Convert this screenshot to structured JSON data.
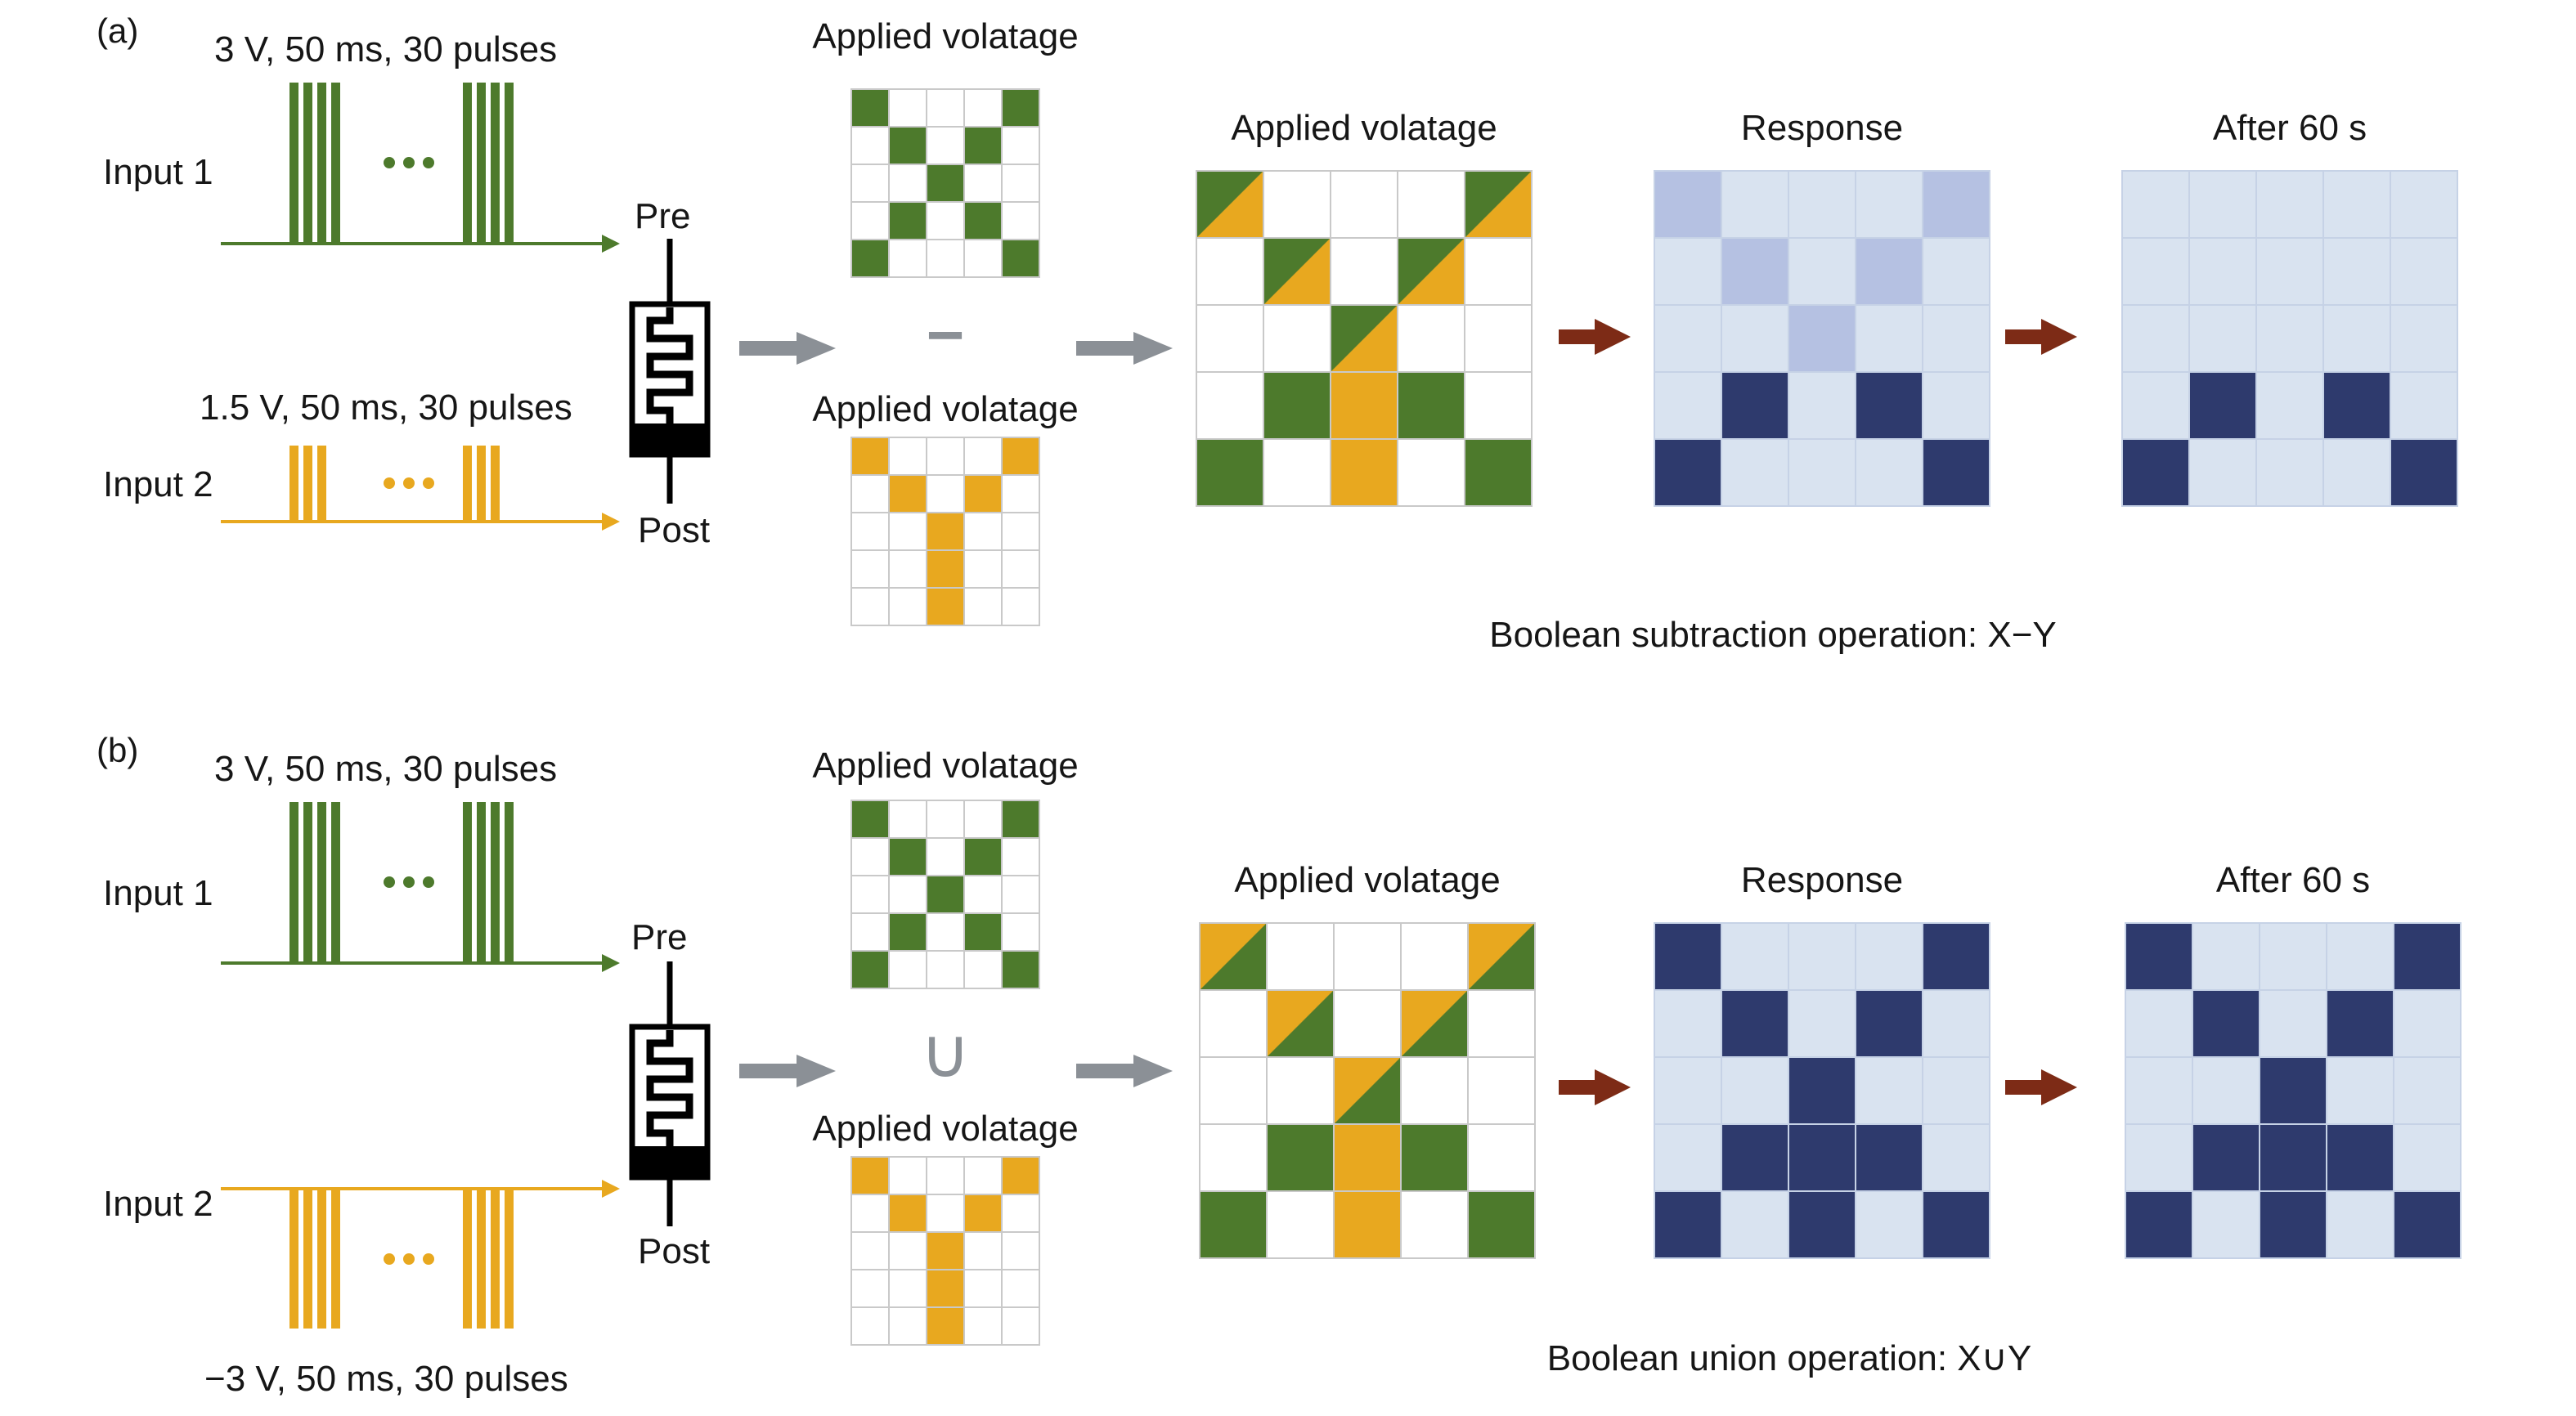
{
  "colors": {
    "green": "#4d7a2c",
    "yellow": "#e8a81f",
    "cell_light": "#d9e3f0",
    "cell_medium": "#b5c1e2",
    "cell_dark": "#2e3a6d",
    "gray_arrow": "#8b9096",
    "red_arrow": "#7d2b16",
    "operator_gray": "#8b9096",
    "grid_line": "#c9c9c9",
    "blue_grid_line": "#c6d2e6"
  },
  "panel_a": {
    "tag": "(a)",
    "input1": {
      "label": "Input 1",
      "pulse_label": "3 V, 50 ms, 30 pulses",
      "pulses": {
        "color": "green",
        "direction": "up",
        "height": 196,
        "group1": 4,
        "group2": 4
      }
    },
    "input2": {
      "label": "Input 2",
      "pulse_label": "1.5 V, 50 ms, 30 pulses",
      "pulses": {
        "color": "yellow",
        "direction": "up",
        "height": 92,
        "group1": 3,
        "group2": 3
      }
    },
    "device": {
      "pre_label": "Pre",
      "post_label": "Post"
    },
    "operator": "−",
    "titles": {
      "applied_x": "Applied volatage",
      "applied_y": "Applied volatage",
      "combined": "Applied volatage",
      "response": "Response",
      "after": "After 60 s"
    },
    "caption": "Boolean subtraction operation: X−Y",
    "grids": {
      "x_pattern": [
        [
          "G",
          "",
          "",
          "",
          "G"
        ],
        [
          "",
          "G",
          "",
          "G",
          ""
        ],
        [
          "",
          "",
          "G",
          "",
          ""
        ],
        [
          "",
          "G",
          "",
          "G",
          ""
        ],
        [
          "G",
          "",
          "",
          "",
          "G"
        ]
      ],
      "y_pattern": [
        [
          "Y",
          "",
          "",
          "",
          "Y"
        ],
        [
          "",
          "Y",
          "",
          "Y",
          ""
        ],
        [
          "",
          "",
          "Y",
          "",
          ""
        ],
        [
          "",
          "",
          "Y",
          "",
          ""
        ],
        [
          "",
          "",
          "Y",
          "",
          ""
        ]
      ],
      "combined": [
        [
          "GY",
          "",
          "",
          "",
          "GY"
        ],
        [
          "",
          "GY",
          "",
          "GY",
          ""
        ],
        [
          "",
          "",
          "GY",
          "",
          ""
        ],
        [
          "",
          "G",
          "Y",
          "G",
          ""
        ],
        [
          "G",
          "",
          "Y",
          "",
          "G"
        ]
      ],
      "response": [
        [
          "M",
          "L",
          "L",
          "L",
          "M"
        ],
        [
          "L",
          "M",
          "L",
          "M",
          "L"
        ],
        [
          "L",
          "L",
          "M",
          "L",
          "L"
        ],
        [
          "L",
          "D",
          "L",
          "D",
          "L"
        ],
        [
          "D",
          "L",
          "L",
          "L",
          "D"
        ]
      ],
      "after": [
        [
          "L",
          "L",
          "L",
          "L",
          "L"
        ],
        [
          "L",
          "L",
          "L",
          "L",
          "L"
        ],
        [
          "L",
          "L",
          "L",
          "L",
          "L"
        ],
        [
          "L",
          "D",
          "L",
          "D",
          "L"
        ],
        [
          "D",
          "L",
          "L",
          "L",
          "D"
        ]
      ]
    }
  },
  "panel_b": {
    "tag": "(b)",
    "input1": {
      "label": "Input 1",
      "pulse_label": "3 V, 50 ms, 30 pulses",
      "pulses": {
        "color": "green",
        "direction": "up",
        "height": 196,
        "group1": 4,
        "group2": 4
      }
    },
    "input2": {
      "label": "Input 2",
      "pulse_label": "−3 V, 50 ms, 30 pulses",
      "pulses": {
        "color": "yellow",
        "direction": "down",
        "height": 170,
        "group1": 4,
        "group2": 4
      }
    },
    "device": {
      "pre_label": "Pre",
      "post_label": "Post"
    },
    "operator": "∪",
    "titles": {
      "applied_x": "Applied volatage",
      "applied_y": "Applied volatage",
      "combined": "Applied volatage",
      "response": "Response",
      "after": "After 60 s"
    },
    "caption": "Boolean union operation: X∪Y",
    "grids": {
      "x_pattern": [
        [
          "G",
          "",
          "",
          "",
          "G"
        ],
        [
          "",
          "G",
          "",
          "G",
          ""
        ],
        [
          "",
          "",
          "G",
          "",
          ""
        ],
        [
          "",
          "G",
          "",
          "G",
          ""
        ],
        [
          "G",
          "",
          "",
          "",
          "G"
        ]
      ],
      "y_pattern": [
        [
          "Y",
          "",
          "",
          "",
          "Y"
        ],
        [
          "",
          "Y",
          "",
          "Y",
          ""
        ],
        [
          "",
          "",
          "Y",
          "",
          ""
        ],
        [
          "",
          "",
          "Y",
          "",
          ""
        ],
        [
          "",
          "",
          "Y",
          "",
          ""
        ]
      ],
      "combined": [
        [
          "YG",
          "",
          "",
          "",
          "YG"
        ],
        [
          "",
          "YG",
          "",
          "YG",
          ""
        ],
        [
          "",
          "",
          "YG",
          "",
          ""
        ],
        [
          "",
          "G",
          "Y",
          "G",
          ""
        ],
        [
          "G",
          "",
          "Y",
          "",
          "G"
        ]
      ],
      "response": [
        [
          "D",
          "L",
          "L",
          "L",
          "D"
        ],
        [
          "L",
          "D",
          "L",
          "D",
          "L"
        ],
        [
          "L",
          "L",
          "D",
          "L",
          "L"
        ],
        [
          "L",
          "D",
          "D",
          "D",
          "L"
        ],
        [
          "D",
          "L",
          "D",
          "L",
          "D"
        ]
      ],
      "after": [
        [
          "D",
          "L",
          "L",
          "L",
          "D"
        ],
        [
          "L",
          "D",
          "L",
          "D",
          "L"
        ],
        [
          "L",
          "L",
          "D",
          "L",
          "L"
        ],
        [
          "L",
          "D",
          "D",
          "D",
          "L"
        ],
        [
          "D",
          "L",
          "D",
          "L",
          "D"
        ]
      ]
    }
  }
}
